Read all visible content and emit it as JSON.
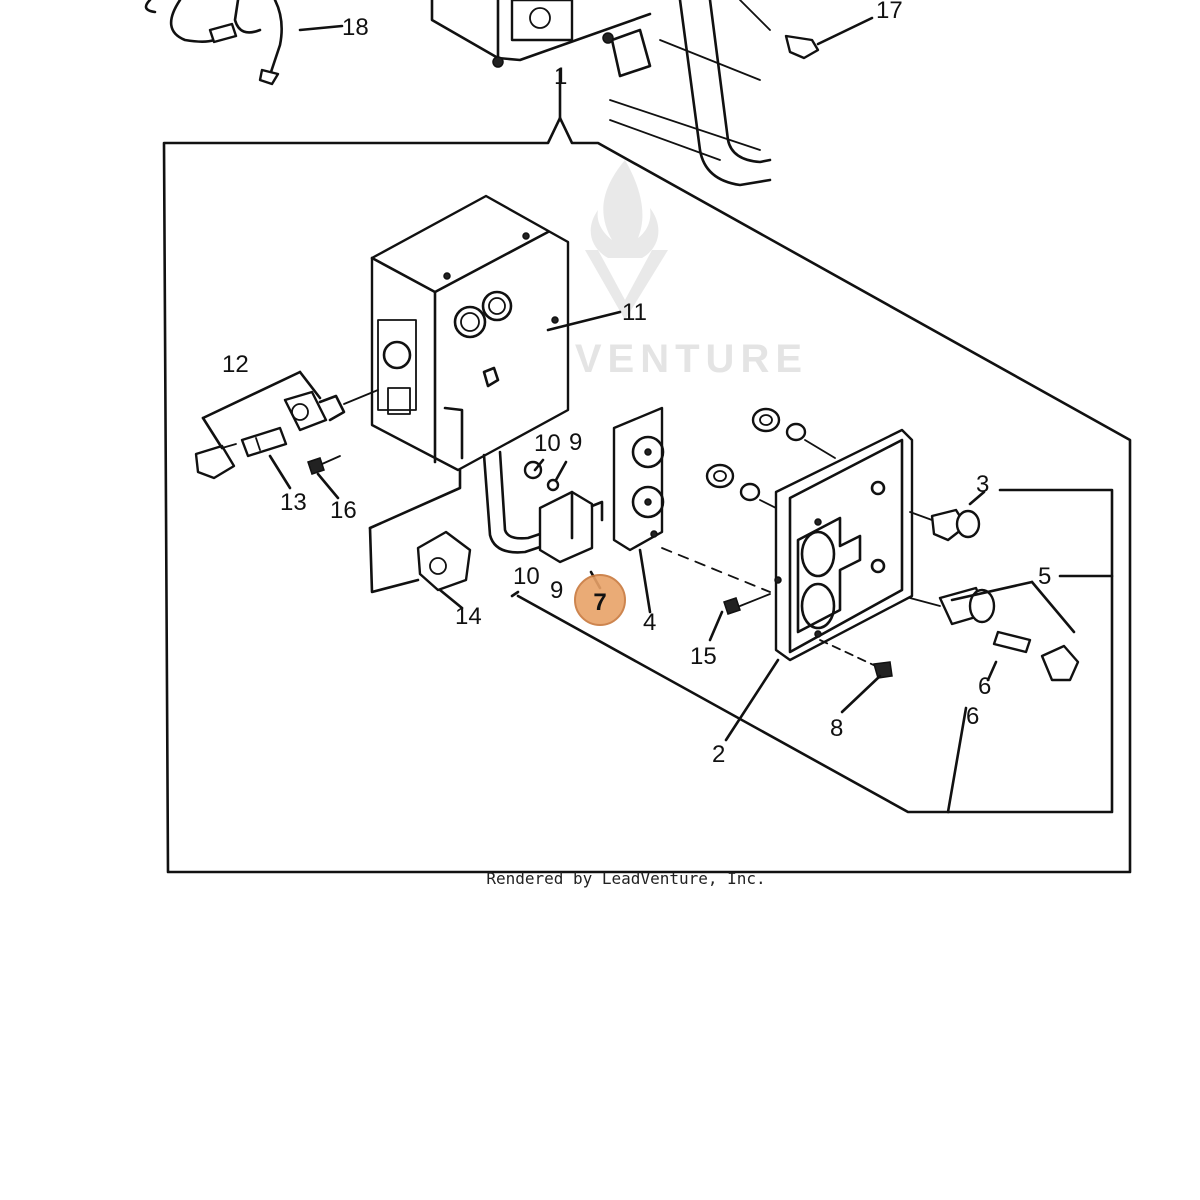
{
  "diagram": {
    "callouts": [
      {
        "id": "1",
        "label": "1"
      },
      {
        "id": "2",
        "label": "2"
      },
      {
        "id": "3",
        "label": "3"
      },
      {
        "id": "4",
        "label": "4"
      },
      {
        "id": "5",
        "label": "5"
      },
      {
        "id": "6a",
        "label": "6"
      },
      {
        "id": "6b",
        "label": "6"
      },
      {
        "id": "7",
        "label": "7"
      },
      {
        "id": "8",
        "label": "8"
      },
      {
        "id": "9a",
        "label": "9"
      },
      {
        "id": "9b",
        "label": "9"
      },
      {
        "id": "10a",
        "label": "10"
      },
      {
        "id": "10b",
        "label": "10"
      },
      {
        "id": "11",
        "label": "11"
      },
      {
        "id": "12",
        "label": "12"
      },
      {
        "id": "13",
        "label": "13"
      },
      {
        "id": "14",
        "label": "14"
      },
      {
        "id": "15",
        "label": "15"
      },
      {
        "id": "16",
        "label": "16"
      },
      {
        "id": "17",
        "label": "17"
      },
      {
        "id": "18",
        "label": "18"
      }
    ],
    "highlighted_part": "7",
    "highlight_color": "#e8a268",
    "watermark": "LEADVENTURE",
    "credit": "Rendered by LeadVenture, Inc."
  }
}
